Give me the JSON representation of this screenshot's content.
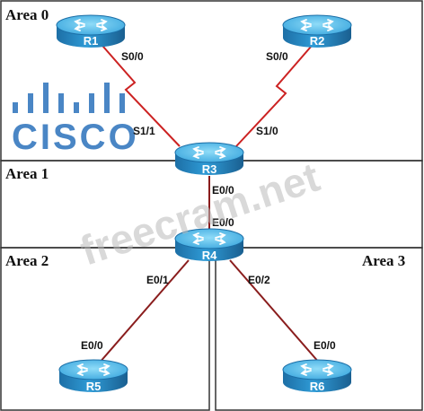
{
  "areas": [
    {
      "id": "area0",
      "label": "Area 0"
    },
    {
      "id": "area1",
      "label": "Area 1"
    },
    {
      "id": "area2",
      "label": "Area 2"
    },
    {
      "id": "area3",
      "label": "Area 3"
    }
  ],
  "routers": [
    {
      "id": "R1",
      "label": "R1"
    },
    {
      "id": "R2",
      "label": "R2"
    },
    {
      "id": "R3",
      "label": "R3"
    },
    {
      "id": "R4",
      "label": "R4"
    },
    {
      "id": "R5",
      "label": "R5"
    },
    {
      "id": "R6",
      "label": "R6"
    }
  ],
  "links": [
    {
      "from": "R1",
      "to": "R3",
      "type": "serial",
      "from_iface": "S0/0",
      "to_iface": "S1/1"
    },
    {
      "from": "R2",
      "to": "R3",
      "type": "serial",
      "from_iface": "S0/0",
      "to_iface": "S1/0"
    },
    {
      "from": "R3",
      "to": "R4",
      "type": "ethernet",
      "from_iface": "E0/0",
      "to_iface": "E0/0"
    },
    {
      "from": "R4",
      "to": "R5",
      "type": "ethernet",
      "from_iface": "E0/1",
      "to_iface": "E0/0"
    },
    {
      "from": "R4",
      "to": "R6",
      "type": "ethernet",
      "from_iface": "E0/2",
      "to_iface": "E0/0"
    }
  ],
  "logo": {
    "text": "CISCO"
  },
  "watermark": {
    "text": "freecram.net"
  },
  "colors": {
    "serial_link": "#cc2222",
    "ethernet_link": "#8a1d1d",
    "router_body": "#2f9bd6",
    "router_top": "#5fc3ef",
    "logo": "#4a86c5",
    "area_border": "#333333"
  }
}
